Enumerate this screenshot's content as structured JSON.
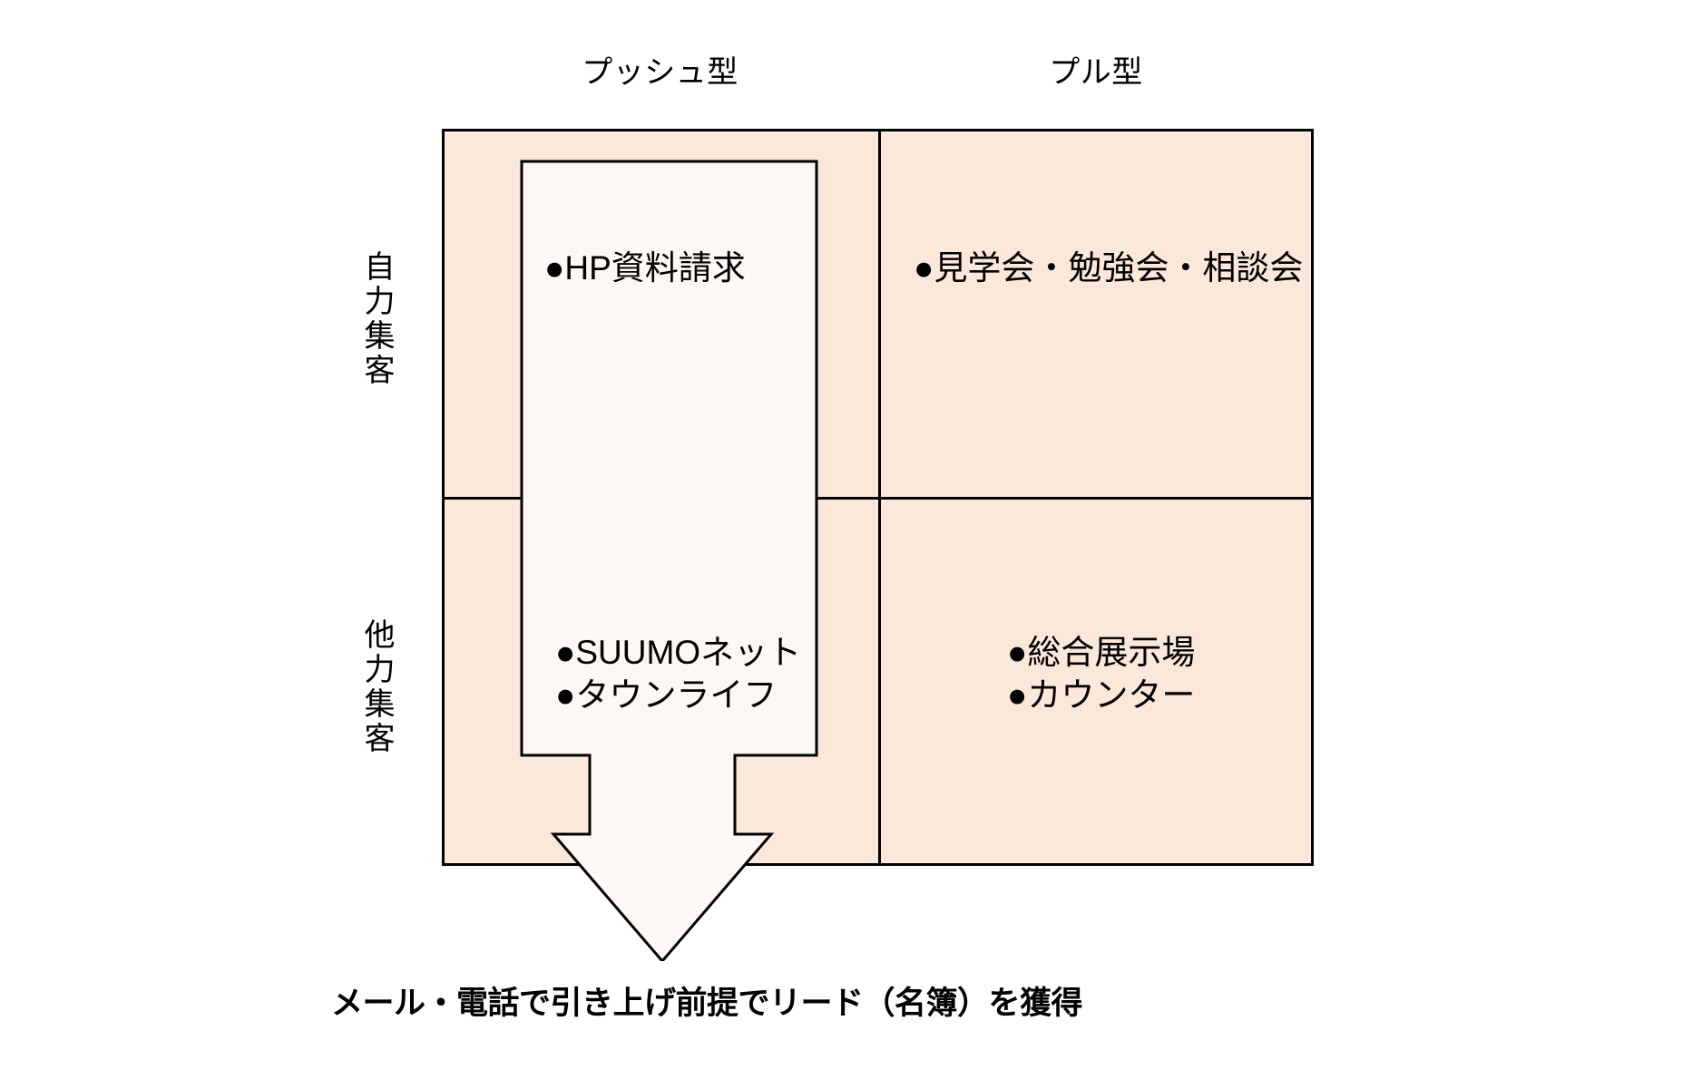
{
  "diagram": {
    "type": "2x2-matrix",
    "columns": [
      {
        "id": "push",
        "label": "プッシュ型"
      },
      {
        "id": "pull",
        "label": "プル型"
      }
    ],
    "rows": [
      {
        "id": "self",
        "label": "自力集客"
      },
      {
        "id": "other",
        "label": "他力集客"
      }
    ],
    "cells": {
      "push_self": {
        "items": [
          "●HP資料請求"
        ]
      },
      "pull_self": {
        "items": [
          "●見学会・勉強会・相談会"
        ]
      },
      "push_other": {
        "items": [
          "●SUUMOネット",
          "●タウンライフ"
        ]
      },
      "pull_other": {
        "items": [
          "●総合展示場",
          "●カウンター"
        ]
      }
    },
    "annotation": {
      "arrow": {
        "icon": "down-arrow-icon",
        "direction": "down",
        "covers_column": "push"
      },
      "caption": "メール・電話で引き上げ前提でリード（名簿）を獲得"
    },
    "colors": {
      "cell_fill": "#FBE8DA",
      "arrow_fill": "#FDF8F4",
      "line": "#000000",
      "text": "#000000",
      "background": "#FFFFFF"
    }
  }
}
